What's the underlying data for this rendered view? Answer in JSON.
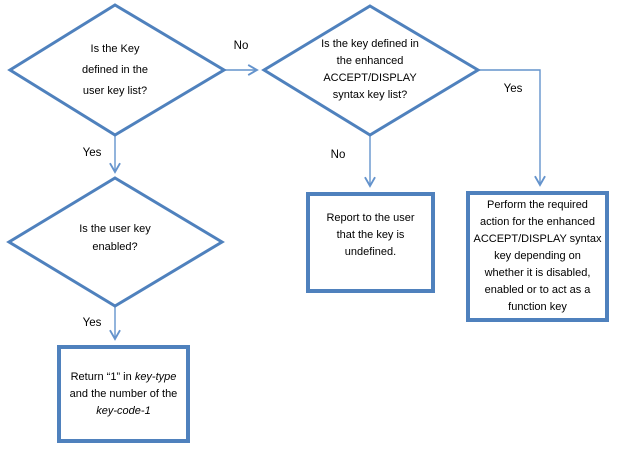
{
  "diagram": {
    "type": "flowchart",
    "background": "#FFFFFF",
    "colors": {
      "shape_border": "#4F81BD",
      "connector_line": "#6493CC",
      "text": "#000000"
    },
    "decisions": {
      "user_key_defined": {
        "lines": [
          "Is the Key",
          "defined in the",
          "user key list?"
        ]
      },
      "enhanced_key_defined": {
        "lines": [
          "Is the key defined in",
          "the enhanced",
          "ACCEPT/DISPLAY",
          "syntax key list?"
        ]
      },
      "user_key_enabled": {
        "lines": [
          "Is the user key",
          "enabled?"
        ]
      }
    },
    "processes": {
      "report_undefined": {
        "lines": [
          "Report to the user",
          "that the key is",
          "undefined."
        ]
      },
      "perform_enhanced_action": {
        "lines": [
          "Perform the required",
          "action for the enhanced",
          "ACCEPT/DISPLAY syntax",
          "key depending on",
          "whether it is disabled,",
          "enabled or to act as a",
          "function key"
        ]
      },
      "return_key_type": {
        "segments": {
          "s1": "Return “1” in ",
          "s2_italic": "key-type",
          "s3": " and the number of the ",
          "s4_italic": "key-code-1"
        }
      }
    },
    "edge_labels": {
      "no_to_enhanced": "No",
      "yes_to_enabled": "Yes",
      "no_to_report": "No",
      "yes_to_perform": "Yes",
      "yes_to_return": "Yes"
    }
  }
}
